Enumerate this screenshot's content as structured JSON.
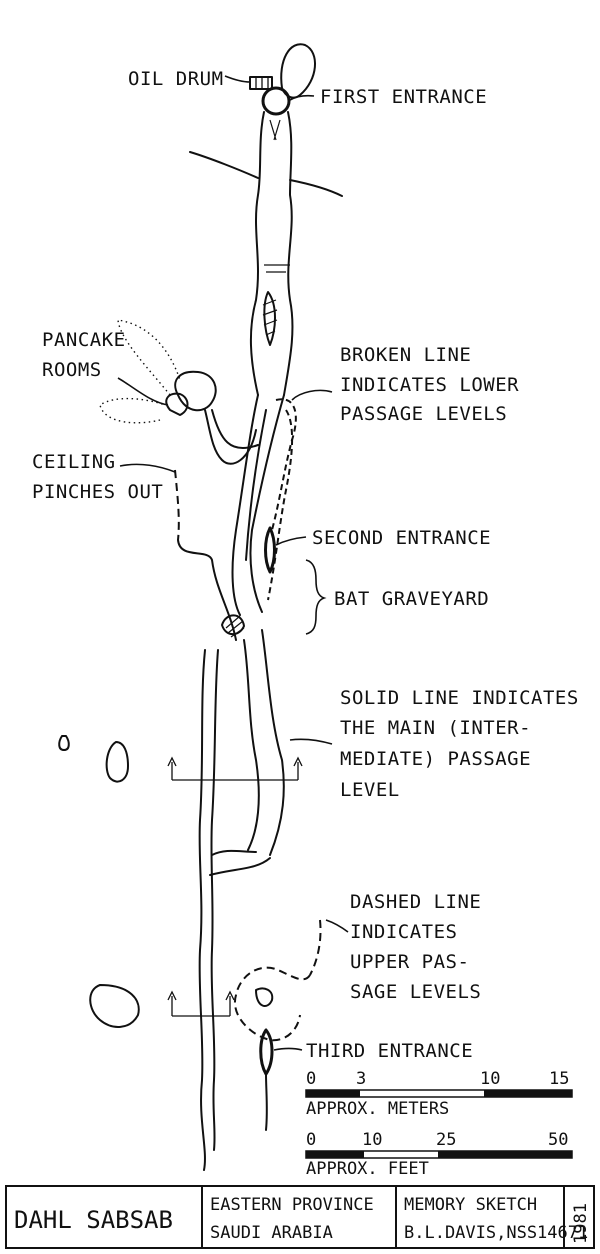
{
  "labels": {
    "oil_drum": "OIL DRUM",
    "first_entrance": "FIRST ENTRANCE",
    "pancake_1": "PANCAKE",
    "pancake_2": "ROOMS",
    "broken_1": "BROKEN LINE",
    "broken_2": "INDICATES LOWER",
    "broken_3": "PASSAGE LEVELS",
    "ceiling_1": "CEILING",
    "ceiling_2": "PINCHES OUT",
    "second_entrance": "SECOND ENTRANCE",
    "bat_graveyard": "BAT GRAVEYARD",
    "solid_1": "SOLID LINE INDICATES",
    "solid_2": "THE MAIN (INTER-",
    "solid_3": "MEDIATE) PASSAGE",
    "solid_4": "LEVEL",
    "dashed_1": "DASHED LINE",
    "dashed_2": "INDICATES",
    "dashed_3": "UPPER PAS-",
    "dashed_4": "SAGE LEVELS",
    "third_entrance": "THIRD ENTRANCE"
  },
  "scale_meters": {
    "ticks": [
      "0",
      "3",
      "10",
      "15"
    ],
    "label": "APPROX. METERS"
  },
  "scale_feet": {
    "ticks": [
      "0",
      "10",
      "25",
      "50"
    ],
    "label": "APPROX. FEET"
  },
  "title_block": {
    "cave_name": "DAHL SABSAB",
    "region_1": "EASTERN PROVINCE",
    "region_2": "SAUDI ARABIA",
    "sketch_type": "MEMORY SKETCH",
    "author": "B.L.DAVIS,NSS14671",
    "year": "1981"
  }
}
